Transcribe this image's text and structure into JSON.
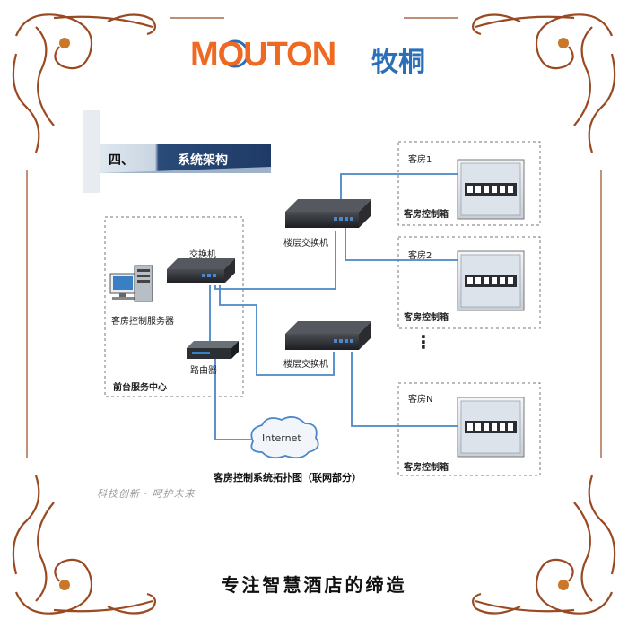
{
  "brand": {
    "logo_en": "MOUTON",
    "logo_cn": "牧桐"
  },
  "section": {
    "number": "四、",
    "title": "系统架构"
  },
  "nodes": {
    "server": "客房控制服务器",
    "switch": "交换机",
    "router": "路由器",
    "front_desk": "前台服务中心",
    "floor_switch_1": "楼层交换机",
    "floor_switch_2": "楼层交换机",
    "internet": "Internet",
    "room_1": "客房1",
    "room_2": "客房2",
    "room_n": "客房N",
    "box_1": "客房控制箱",
    "box_2": "客房控制箱",
    "box_n": "客房控制箱",
    "ellipsis": "⋮"
  },
  "caption": "客房控制系统拓扑图（联网部分）",
  "slogan": "科技创新 · 呵护未来",
  "footer": "专注智慧酒店的缔造",
  "colors": {
    "brand_orange": "#ee6a22",
    "brand_blue": "#2a6fb8",
    "link_line": "#4a86c8",
    "frame_brown": "#9a4a22"
  }
}
